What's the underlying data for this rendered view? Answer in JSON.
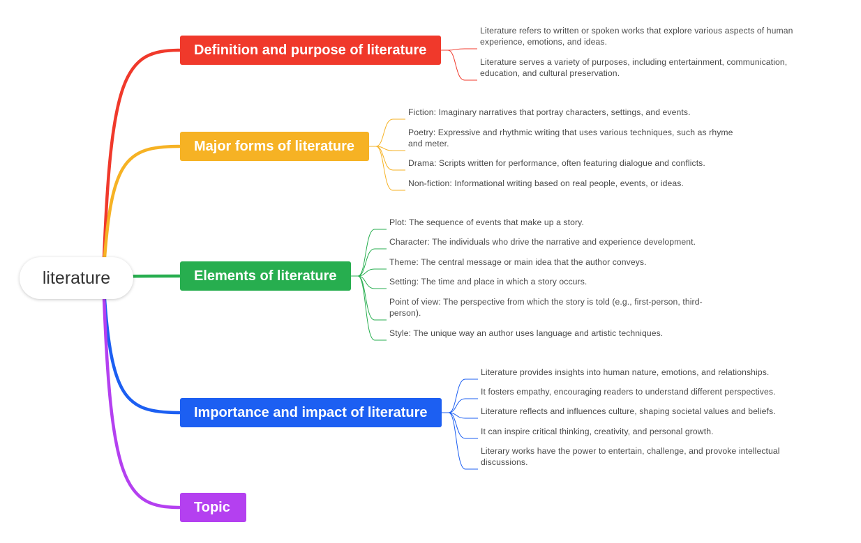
{
  "central": "literature",
  "branches": [
    {
      "label": "Definition and purpose of literature",
      "color": "#f0392b",
      "leaves": [
        "Literature refers to written or spoken works that explore various aspects of human\nexperience, emotions, and ideas.",
        "Literature serves a variety of purposes, including entertainment, communication,\neducation, and cultural preservation."
      ]
    },
    {
      "label": "Major forms of literature",
      "color": "#f6b224",
      "leaves": [
        "Fiction: Imaginary narratives that portray characters, settings, and events.",
        "Poetry: Expressive and rhythmic writing that uses various techniques, such as rhyme\nand meter.",
        "Drama: Scripts written for performance, often featuring dialogue and conflicts.",
        "Non-fiction: Informational writing based on real people, events, or ideas."
      ]
    },
    {
      "label": "Elements of literature",
      "color": "#27ae4f",
      "leaves": [
        "Plot: The sequence of events that make up a story.",
        "Character: The individuals who drive the narrative and experience development.",
        "Theme: The central message or main idea that the author conveys.",
        "Setting: The time and place in which a story occurs.",
        "Point of view: The perspective from which the story is told (e.g., first-person, third-\nperson).",
        "Style: The unique way an author uses language and artistic techniques."
      ]
    },
    {
      "label": "Importance and impact of literature",
      "color": "#1c5ff2",
      "leaves": [
        "Literature provides insights into human nature, emotions, and relationships.",
        "It fosters empathy, encouraging readers to understand different perspectives.",
        "Literature reflects and influences culture, shaping societal values and beliefs.",
        "It can inspire critical thinking, creativity, and personal growth.",
        "Literary works have the power to entertain, challenge, and provoke intellectual\ndiscussions."
      ]
    },
    {
      "label": "Topic",
      "color": "#b440f0",
      "leaves": []
    }
  ]
}
